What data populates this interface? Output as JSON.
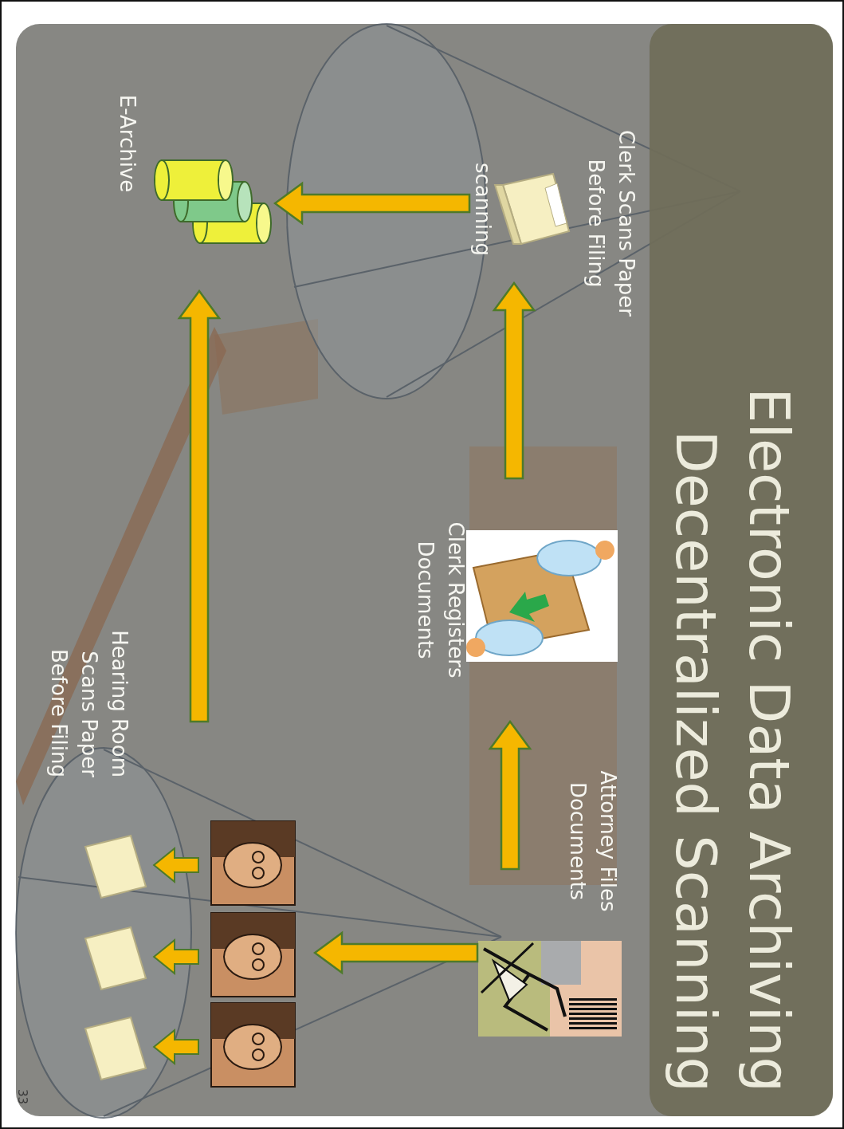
{
  "diagram": {
    "title": "Electronic Data Archiving Decentralized Scanning",
    "nodes": [
      {
        "text": [
          "Attorney Files Documents"
        ]
      },
      {
        "text": [
          "Clerk Registers Documents"
        ]
      },
      {
        "text": [
          "Clerk Scans Paper Before Filing",
          "scanning"
        ]
      },
      {
        "text": [
          "E-Archive"
        ]
      },
      {
        "text": [
          "Hearing Room Scans Paper Before Filing"
        ]
      }
    ],
    "edges": [
      {
        "from": 0,
        "to": 1,
        "arrow": "to"
      },
      {
        "from": 1,
        "to": 2,
        "arrow": "to"
      },
      {
        "from": 2,
        "to": 3,
        "arrow": "to"
      },
      {
        "from": 0,
        "to": 4,
        "arrow": "to"
      },
      {
        "from": 4,
        "to": 3,
        "arrow": "to"
      }
    ],
    "labels": [
      "33"
    ]
  }
}
